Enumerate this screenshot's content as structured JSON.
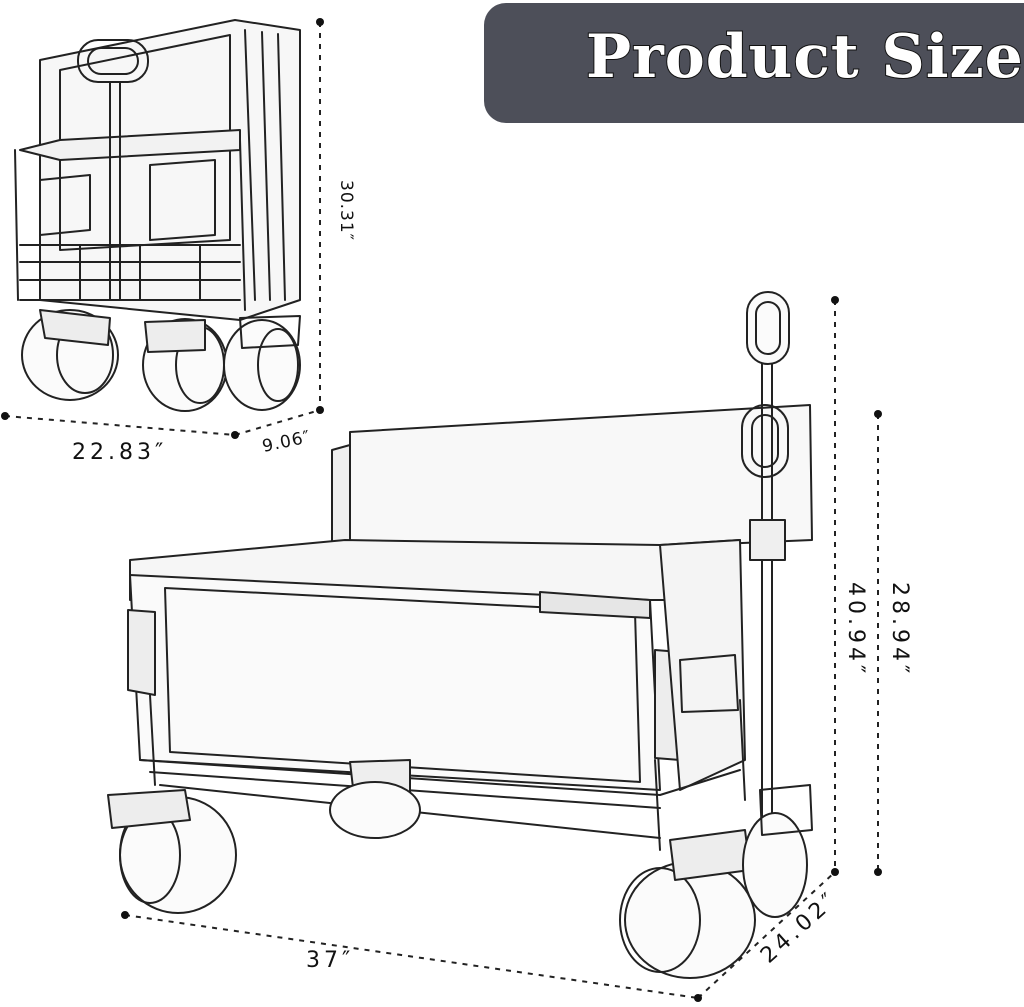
{
  "banner": {
    "title": "Product Size"
  },
  "dimensions": {
    "folded_height": "30.31″",
    "folded_length": "22.83″",
    "folded_depth": "9.06″",
    "open_length": "37″",
    "open_width": "24.02″",
    "handle_height": "40.94″",
    "body_height": "28.94″"
  }
}
